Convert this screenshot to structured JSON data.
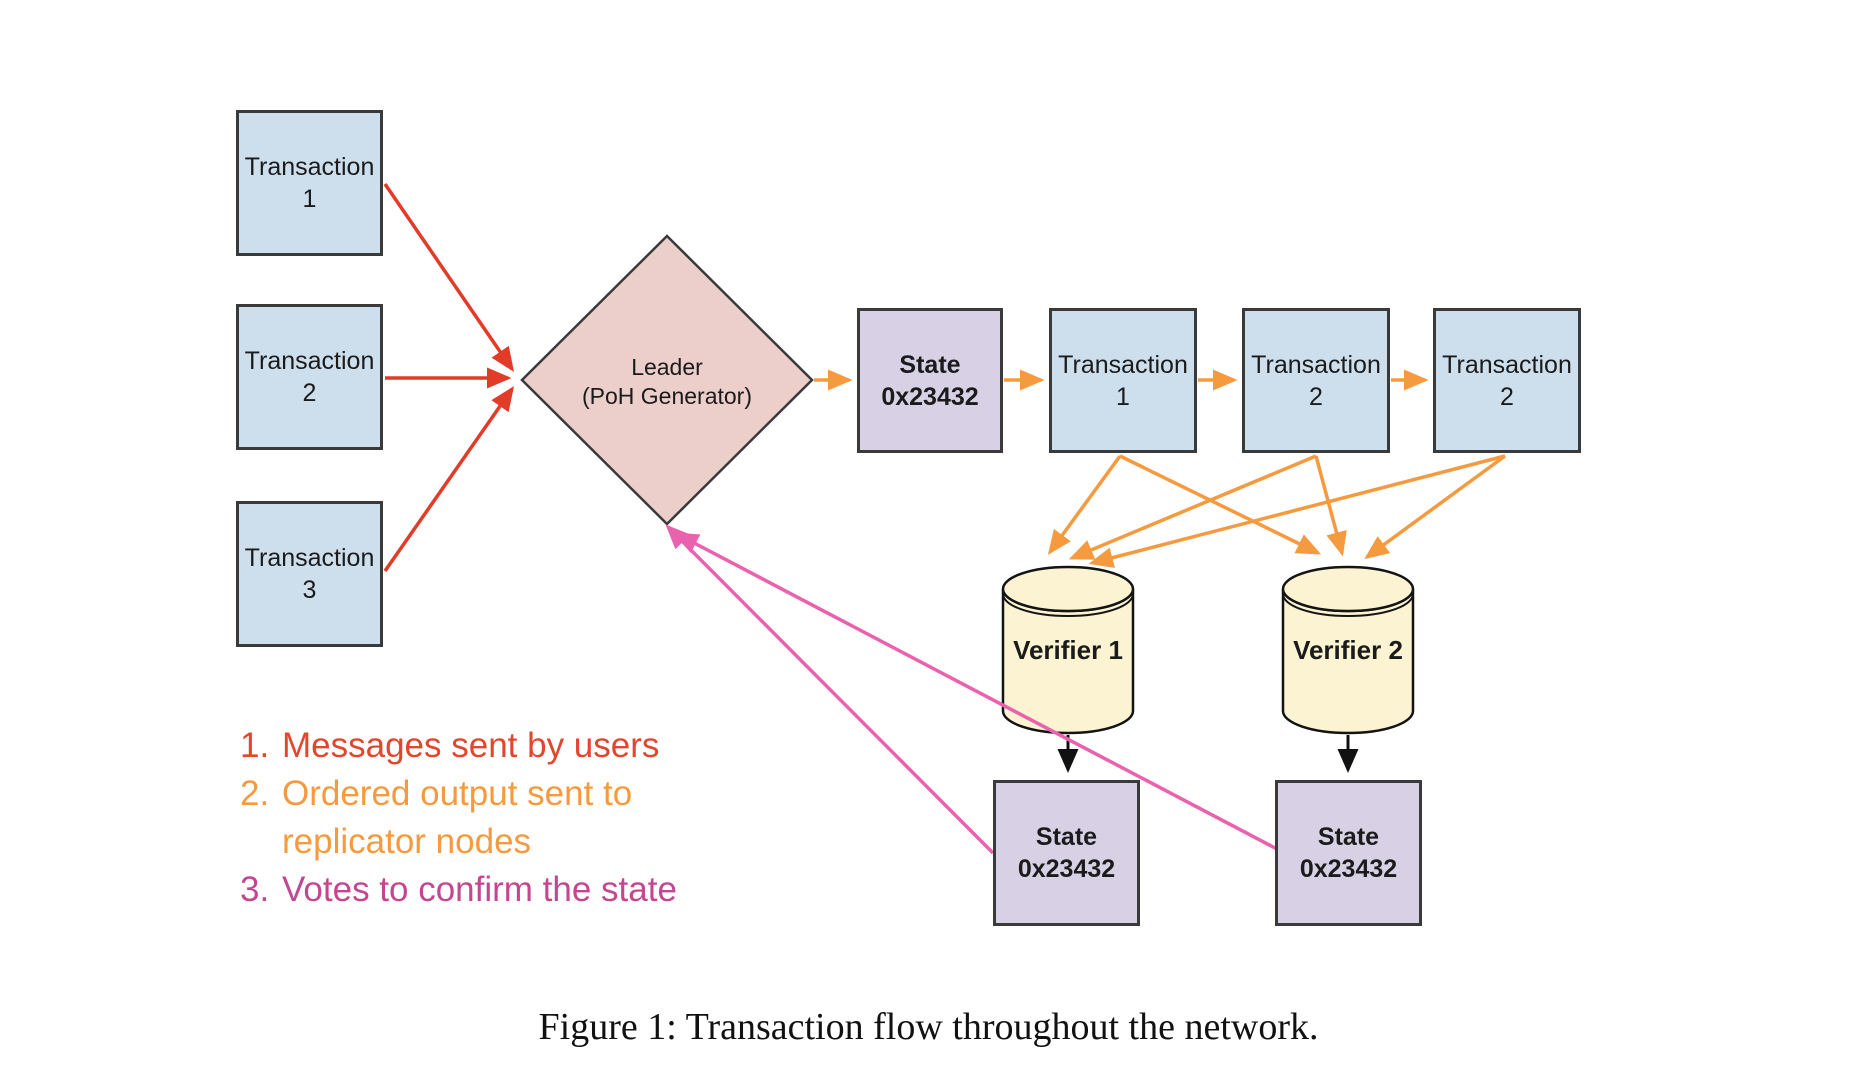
{
  "colors": {
    "red": "#e23b27",
    "orange": "#f59a3f",
    "pink": "#ea61ad",
    "black": "#111111",
    "box_blue": "#cddeed",
    "box_purple": "#d8d1e6",
    "diamond_pink": "#ecceca",
    "cylinder_cream": "#fbf3d1"
  },
  "nodes": {
    "user_transactions": [
      {
        "line1": "Transaction",
        "line2": "1"
      },
      {
        "line1": "Transaction",
        "line2": "2"
      },
      {
        "line1": "Transaction",
        "line2": "3"
      }
    ],
    "leader": {
      "line1": "Leader",
      "line2": "(PoH Generator)"
    },
    "state_top": {
      "line1": "State",
      "line2": "0x23432"
    },
    "ordered_transactions": [
      {
        "line1": "Transaction",
        "line2": "1"
      },
      {
        "line1": "Transaction",
        "line2": "2"
      },
      {
        "line1": "Transaction",
        "line2": "2"
      }
    ],
    "verifiers": [
      {
        "label": "Verifier 1"
      },
      {
        "label": "Verifier 2"
      }
    ],
    "verifier_states": [
      {
        "line1": "State",
        "line2": "0x23432"
      },
      {
        "line1": "State",
        "line2": "0x23432"
      }
    ]
  },
  "legend": {
    "items": [
      {
        "number": "1.",
        "text": "Messages sent by users",
        "color": "#e2472e"
      },
      {
        "number": "2.",
        "text": "Ordered output sent to replicator nodes",
        "color": "#f59a3f"
      },
      {
        "number": "3.",
        "text": "Votes to confirm the state",
        "color": "#c4468f"
      }
    ]
  },
  "caption": "Figure 1: Transaction flow throughout the network."
}
